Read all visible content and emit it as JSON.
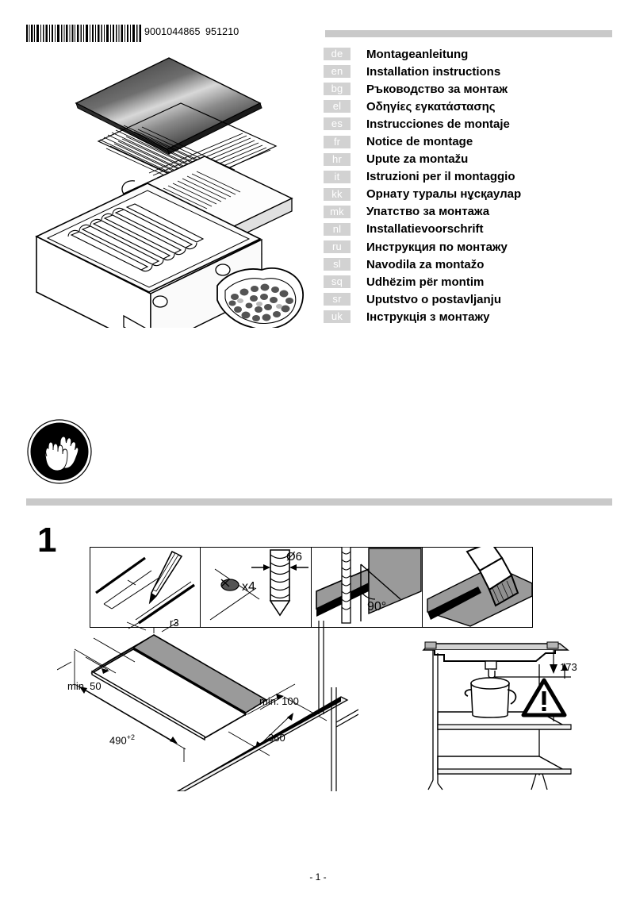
{
  "header": {
    "barcode_icon": "barcode",
    "material_number": "9001044865",
    "production_code": "951210"
  },
  "languages": [
    {
      "code": "de",
      "title": "Montageanleitung"
    },
    {
      "code": "en",
      "title": "Installation instructions"
    },
    {
      "code": "bg",
      "title": "Ръководство за монтаж"
    },
    {
      "code": "el",
      "title": "Οδηγίες εγκατάστασης"
    },
    {
      "code": "es",
      "title": "Instrucciones de montaje"
    },
    {
      "code": "fr",
      "title": "Notice de montage"
    },
    {
      "code": "hr",
      "title": "Upute za montažu"
    },
    {
      "code": "it",
      "title": "Istruzioni per il montaggio"
    },
    {
      "code": "kk",
      "title": "Орнату туралы нұсқаулар"
    },
    {
      "code": "mk",
      "title": "Упатство за монтажа"
    },
    {
      "code": "nl",
      "title": "Installatievoorschrift"
    },
    {
      "code": "ru",
      "title": "Инструкция по монтажу"
    },
    {
      "code": "sl",
      "title": "Navodila za montažo"
    },
    {
      "code": "sq",
      "title": "Udhëzim për montim"
    },
    {
      "code": "sr",
      "title": "Uputstvo o postavljanju"
    },
    {
      "code": "uk",
      "title": "Інструкція з монтажу"
    }
  ],
  "safety": {
    "pictogram_icon": "protective-gloves-icon"
  },
  "step": {
    "number": "1",
    "panels": [
      {
        "icon": "pencil-marking-icon",
        "label": ""
      },
      {
        "icon": "drill-bit-icon",
        "label": "Ø6",
        "quantity": "x4"
      },
      {
        "icon": "drilling-angle-icon",
        "label": "90°"
      },
      {
        "icon": "sealant-brush-icon",
        "label": ""
      }
    ],
    "dimensions": {
      "corner_radius": "r3",
      "min_rear": "min. 50",
      "min_side": "min. 100",
      "cutout_width": "490",
      "cutout_width_tolerance": "+2",
      "cutout_depth": "360",
      "clearance_height": "173"
    },
    "warning_icon": "warning-triangle-icon"
  },
  "footer": {
    "page_label": "- 1 -"
  },
  "colors": {
    "divider_gray": "#c9c9c9",
    "lang_tag_gray": "#d2d2d2",
    "lang_tag_text": "#ffffff",
    "ink": "#000000",
    "surface_gray": "#9a9a9a"
  }
}
